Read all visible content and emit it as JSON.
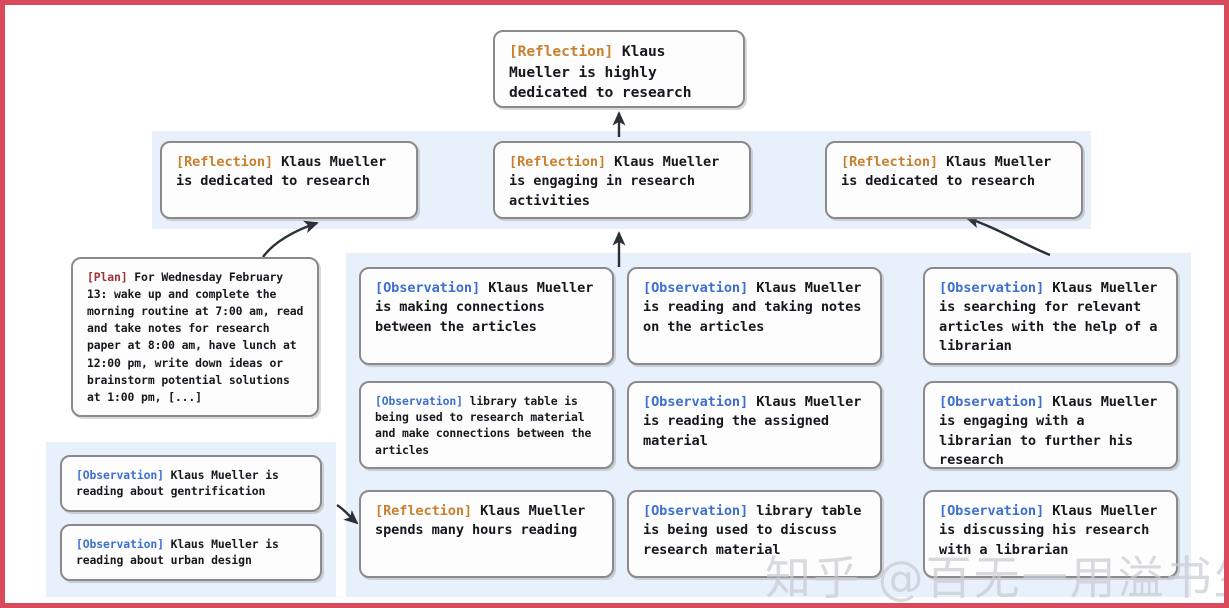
{
  "colors": {
    "frame_border": "#d94a5c",
    "panel_bg": "#e8f0fb",
    "node_bg": "#fdfdfd",
    "node_border": "#8a8a8a",
    "tag_reflection": "#c8812f",
    "tag_observation": "#3d6fd0",
    "tag_plan": "#9e3236",
    "edge": "#2b2f36",
    "watermark": "#c9ccd2"
  },
  "tags": {
    "reflection": "[Reflection]",
    "observation": "[Observation]",
    "plan": "[Plan]"
  },
  "top_reflection": {
    "tag": "[Reflection]",
    "text": " Klaus Mueller is highly dedicated to research"
  },
  "reflections": [
    {
      "tag": "[Reflection]",
      "text": " Klaus Mueller is dedicated to research"
    },
    {
      "tag": "[Reflection]",
      "text": " Klaus Mueller is engaging in research activities"
    },
    {
      "tag": "[Reflection]",
      "text": " Klaus Mueller is dedicated to research"
    }
  ],
  "plan_node": {
    "tag": "[Plan]",
    "text": " For Wednesday February 13: wake up and complete the morning routine at 7:00 am, read and take notes for research paper at 8:00 am, have lunch at 12:00 pm, write down ideas or brainstorm potential solutions at 1:00 pm, [...]"
  },
  "left_observations": [
    {
      "tag": "[Observation]",
      "text": " Klaus Mueller is reading about gentrification"
    },
    {
      "tag": "[Observation]",
      "text": " Klaus Mueller is reading about urban design"
    }
  ],
  "column_two": [
    {
      "tag": "[Observation]",
      "text": " Klaus Mueller is making connections between the articles"
    },
    {
      "tag": "[Observation]",
      "text": " library table is being used to research material and make connections between the articles"
    },
    {
      "tag": "[Reflection]",
      "text": " Klaus Mueller spends many hours reading"
    }
  ],
  "column_three": [
    {
      "tag": "[Observation]",
      "text": " Klaus Mueller is reading and taking notes on the articles"
    },
    {
      "tag": "[Observation]",
      "text": " Klaus Mueller is reading the assigned material"
    },
    {
      "tag": "[Observation]",
      "text": " library table is being used to discuss research material"
    }
  ],
  "column_four": [
    {
      "tag": "[Observation]",
      "text": " Klaus Mueller is searching for relevant articles with the help of a librarian"
    },
    {
      "tag": "[Observation]",
      "text": " Klaus Mueller is engaging with a librarian to further his research"
    },
    {
      "tag": "[Observation]",
      "text": " Klaus Mueller is discussing his research with a librarian"
    }
  ],
  "watermark": {
    "text": "知乎 @百无一用溢书生"
  }
}
